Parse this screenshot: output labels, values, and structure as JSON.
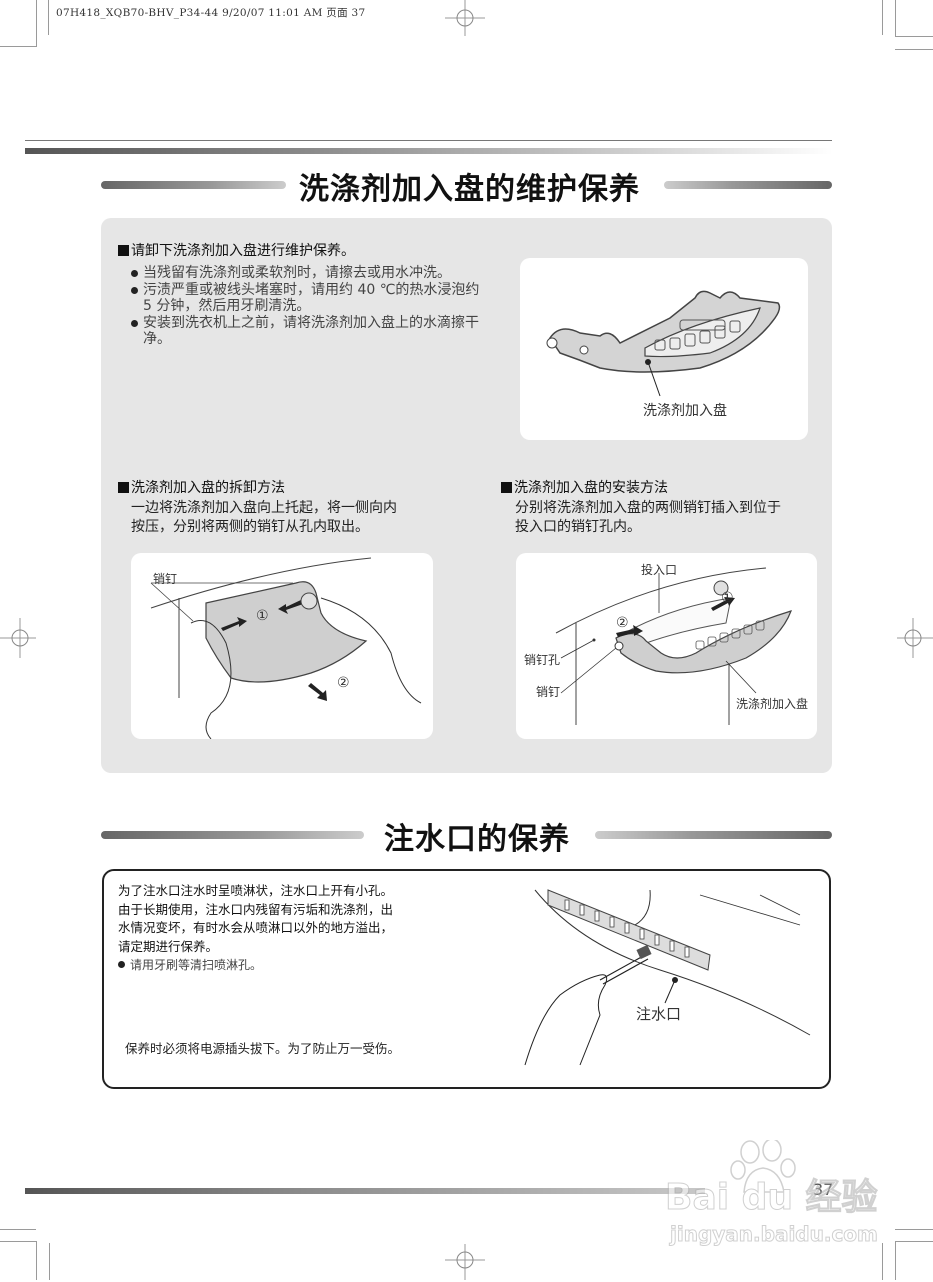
{
  "slug": "07H418_XQB70-BHV_P34-44  9/20/07  11:01 AM  页面 37",
  "section1": {
    "title": "洗涤剂加入盘的维护保养",
    "intro": {
      "heading": "请卸下洗涤剂加入盘进行维护保养。",
      "bullets": [
        "当残留有洗涤剂或柔软剂时，请擦去或用水冲洗。",
        "污渍严重或被线头堵塞时，请用约 40 ℃的热水浸泡约 5 分钟，然后用牙刷清洗。",
        "安装到洗衣机上之前，请将洗涤剂加入盘上的水滴擦干净。"
      ],
      "figure_label": "洗涤剂加入盘"
    },
    "removal": {
      "heading": "洗涤剂加入盘的拆卸方法",
      "text_line1": "一边将洗涤剂加入盘向上托起，将一侧向内",
      "text_line2": "按压，分别将两侧的销钉从孔内取出。",
      "figure_labels": {
        "pin": "销钉",
        "step1": "①",
        "step2": "②"
      }
    },
    "install": {
      "heading": "洗涤剂加入盘的安装方法",
      "text_line1": "分别将洗涤剂加入盘的两侧销钉插入到位于",
      "text_line2": "投入口的销钉孔内。",
      "figure_labels": {
        "inlet": "投入口",
        "pin_hole": "销钉孔",
        "pin": "销钉",
        "tray": "洗涤剂加入盘",
        "step1": "①",
        "step2": "②"
      }
    }
  },
  "section2": {
    "title": "注水口的保养",
    "lines": [
      "为了注水口注水时呈喷淋状，注水口上开有小孔。",
      "由于长期使用，注水口内残留有污垢和洗涤剂，出",
      "水情况变坏，有时水会从喷淋口以外的地方溢出，",
      "请定期进行保养。"
    ],
    "bullet": "请用牙刷等清扫喷淋孔。",
    "warning": "保养时必须将电源插头拔下。为了防止万一受伤。",
    "figure_label": "注水口"
  },
  "page_number": "37",
  "watermark": {
    "brand": "Bai du 经验",
    "url": "jingyan.baidu.com"
  }
}
